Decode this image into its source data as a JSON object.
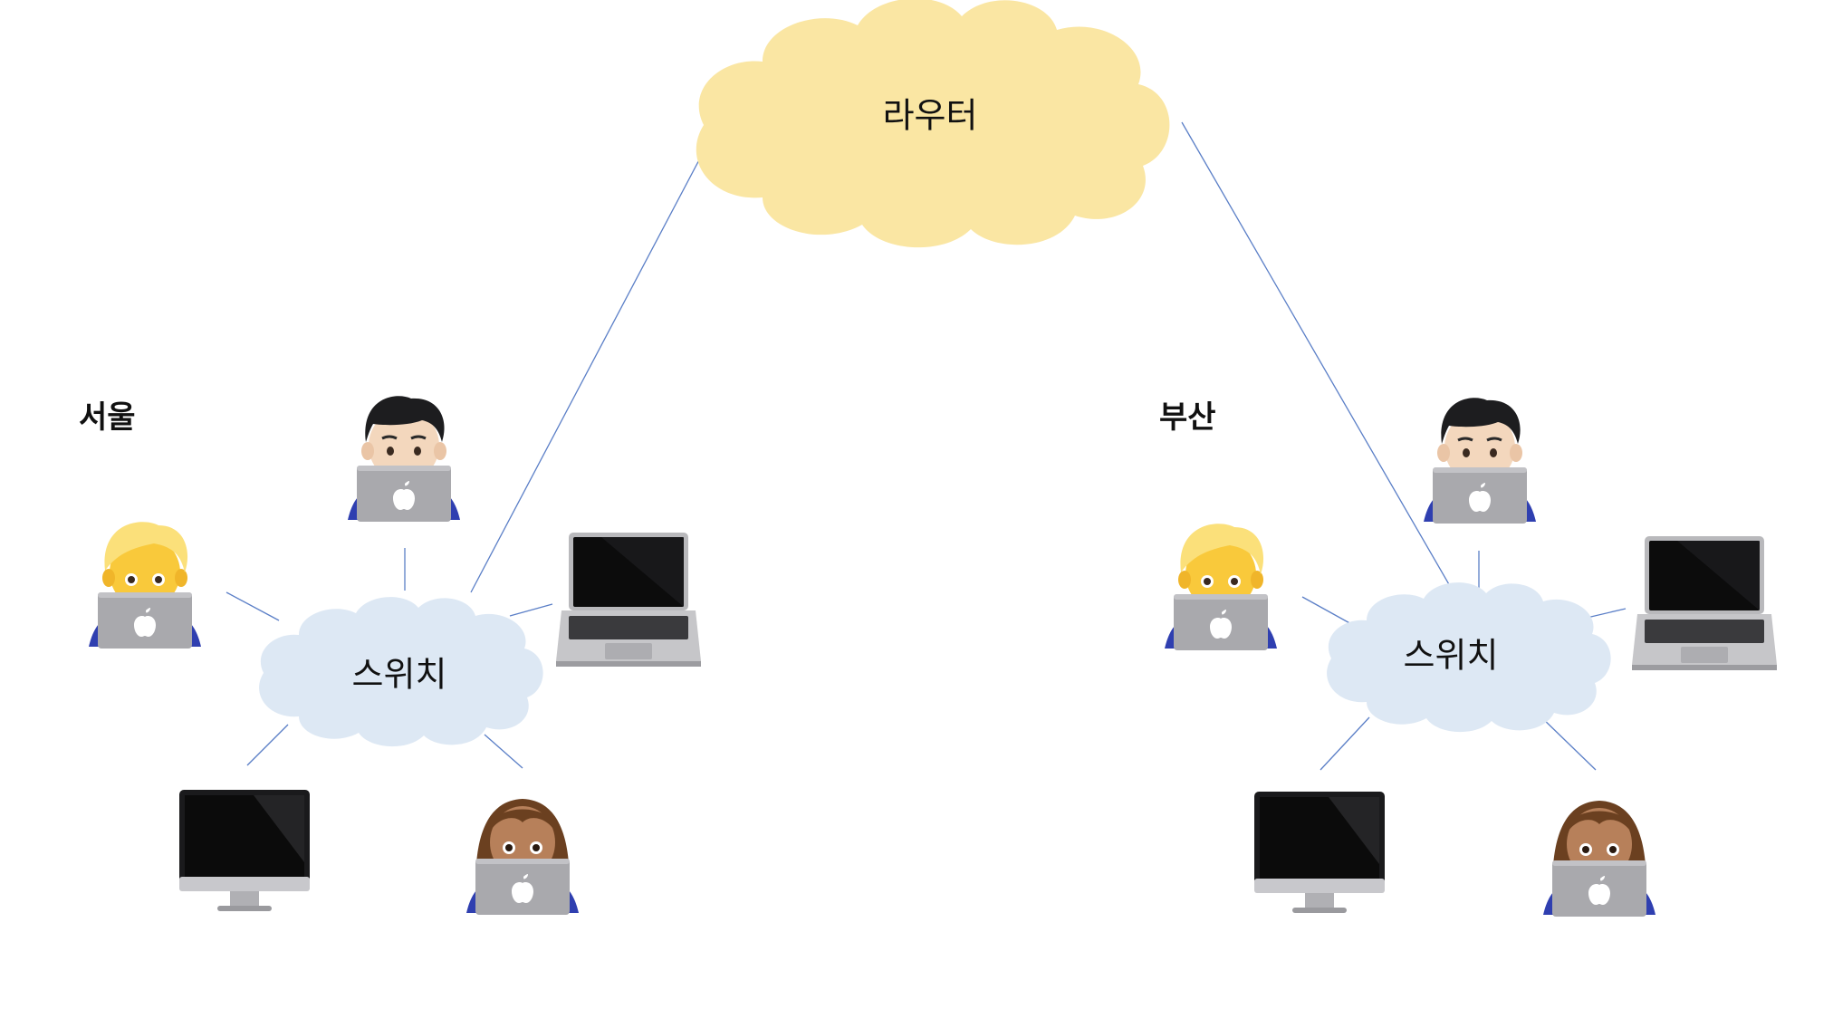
{
  "router": {
    "label": "라우터",
    "color": "#fae6a3"
  },
  "regions": [
    {
      "label": "서울",
      "switch_label": "스위치",
      "switch_color": "#dde8f4",
      "devices": [
        "developer-man-icon",
        "developer-blond-icon",
        "laptop-icon",
        "desktop-monitor-icon",
        "developer-woman-icon"
      ]
    },
    {
      "label": "부산",
      "switch_label": "스위치",
      "switch_color": "#dde8f4",
      "devices": [
        "developer-man-icon",
        "developer-blond-icon",
        "laptop-icon",
        "desktop-monitor-icon",
        "developer-woman-icon"
      ]
    }
  ],
  "colors": {
    "link": "#5b7fc7",
    "shirt": "#2f3fb0",
    "laptop_gray": "#a9a9ad",
    "screen": "#0c0c0c"
  }
}
